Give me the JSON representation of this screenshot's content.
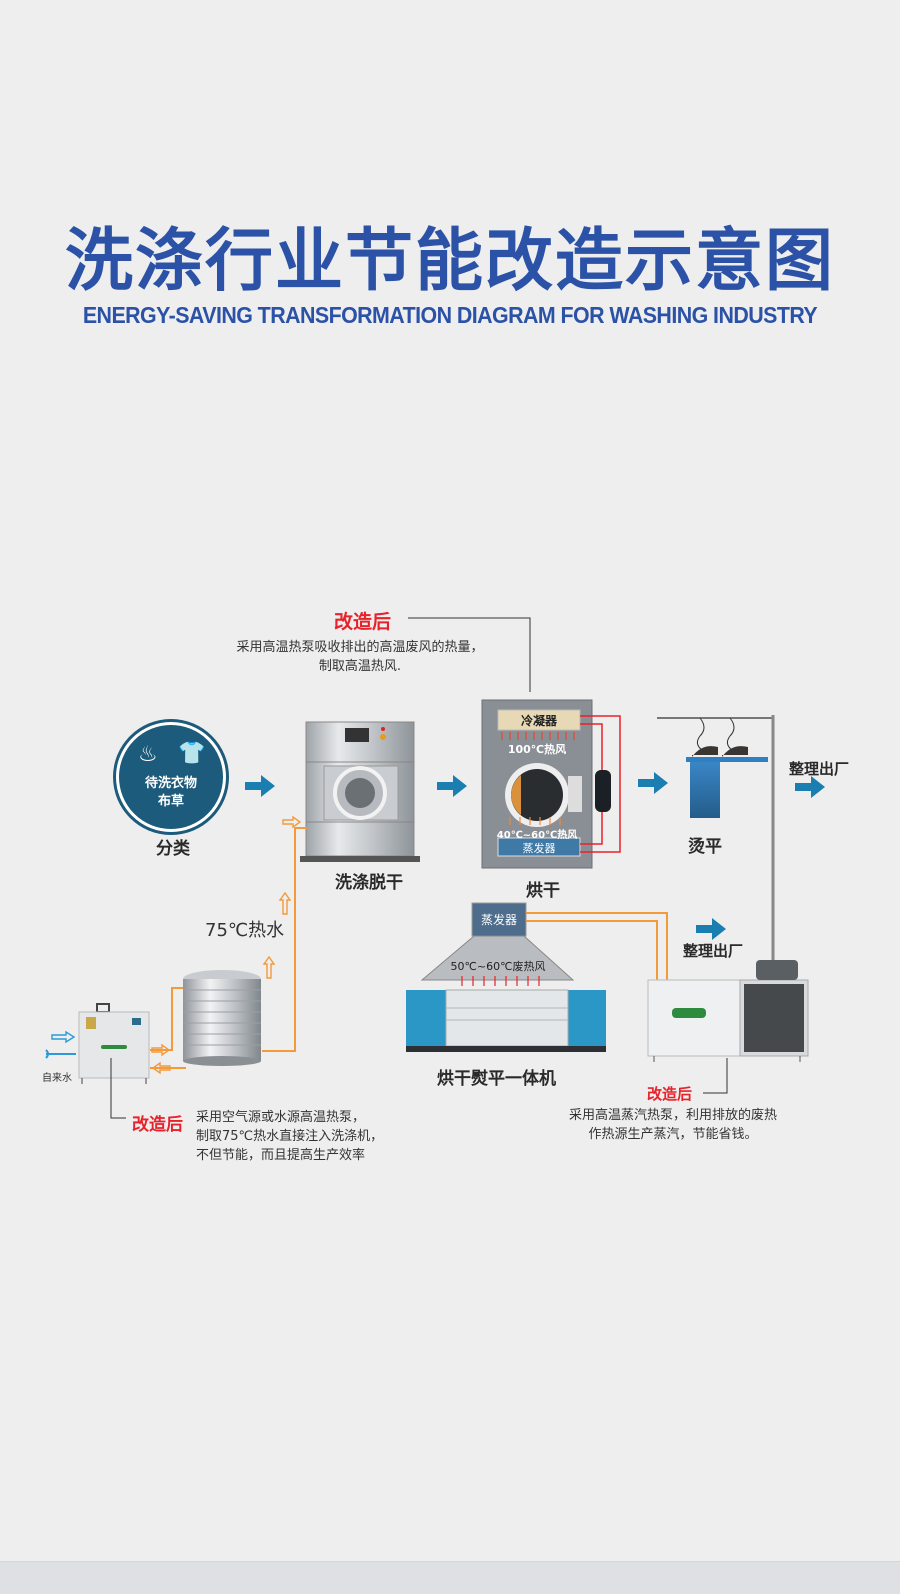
{
  "header": {
    "title_cn": "洗涤行业节能改造示意图",
    "title_en": "ENERGY-SAVING TRANSFORMATION DIAGRAM FOR WASHING INDUSTRY"
  },
  "top_note": {
    "tag": "改造后",
    "lines": [
      "采用高温热泵吸收排出的高温废风的热量，",
      "制取高温热风."
    ]
  },
  "sort": {
    "badge_lines": [
      "待洗衣物",
      "布草"
    ],
    "label": "分类"
  },
  "washer": {
    "label": "洗涤脱干"
  },
  "dryer": {
    "label": "烘干",
    "condenser": "冷凝器",
    "hot_air_top": "100℃热风",
    "hot_air_bottom": "40℃~60℃热风",
    "evaporator": "蒸发器"
  },
  "ironing": {
    "label": "烫平",
    "exit": "整理出厂"
  },
  "hot_water": {
    "label": "75℃热水",
    "tap_water": "自来水"
  },
  "bottom_left_note": {
    "tag": "改造后",
    "lines": [
      "采用空气源或水源高温热泵，",
      "制取75℃热水直接注入洗涤机，",
      "不但节能，而且提高生产效率"
    ]
  },
  "ironer": {
    "label": "烘干熨平一体机",
    "evaporator": "蒸发器",
    "waste_air": "50℃~60℃废热风",
    "exit": "整理出厂"
  },
  "bottom_right_note": {
    "tag": "改造后",
    "lines": [
      "采用高温蒸汽热泵，利用排放的废热",
      "作热源生产蒸汽，节能省钱。"
    ]
  },
  "colors": {
    "title_blue": "#2b52a7",
    "accent_red": "#e8222a",
    "arrow_blue": "#1a7fb0",
    "pipe_orange": "#f39a3a",
    "badge_teal": "#1c5b7b"
  }
}
